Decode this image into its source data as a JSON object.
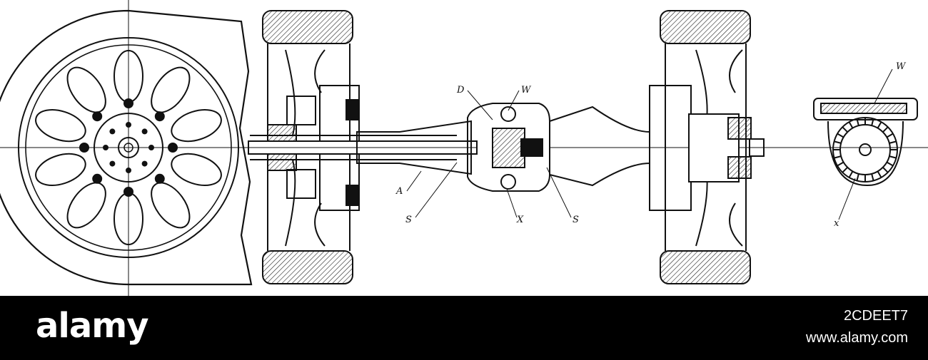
{
  "figure": {
    "labels": {
      "D": "D",
      "W": "W",
      "A": "A",
      "S_left": "S",
      "X": "X",
      "S_right": "S",
      "W_right": "W",
      "X_right": "x"
    }
  },
  "footer": {
    "logo_text": "alamy",
    "image_id": "2CDEET7",
    "url": "www.alamy.com"
  },
  "colors": {
    "footer_background": "#000000",
    "footer_text": "#ffffff",
    "line_art": "#111111"
  }
}
